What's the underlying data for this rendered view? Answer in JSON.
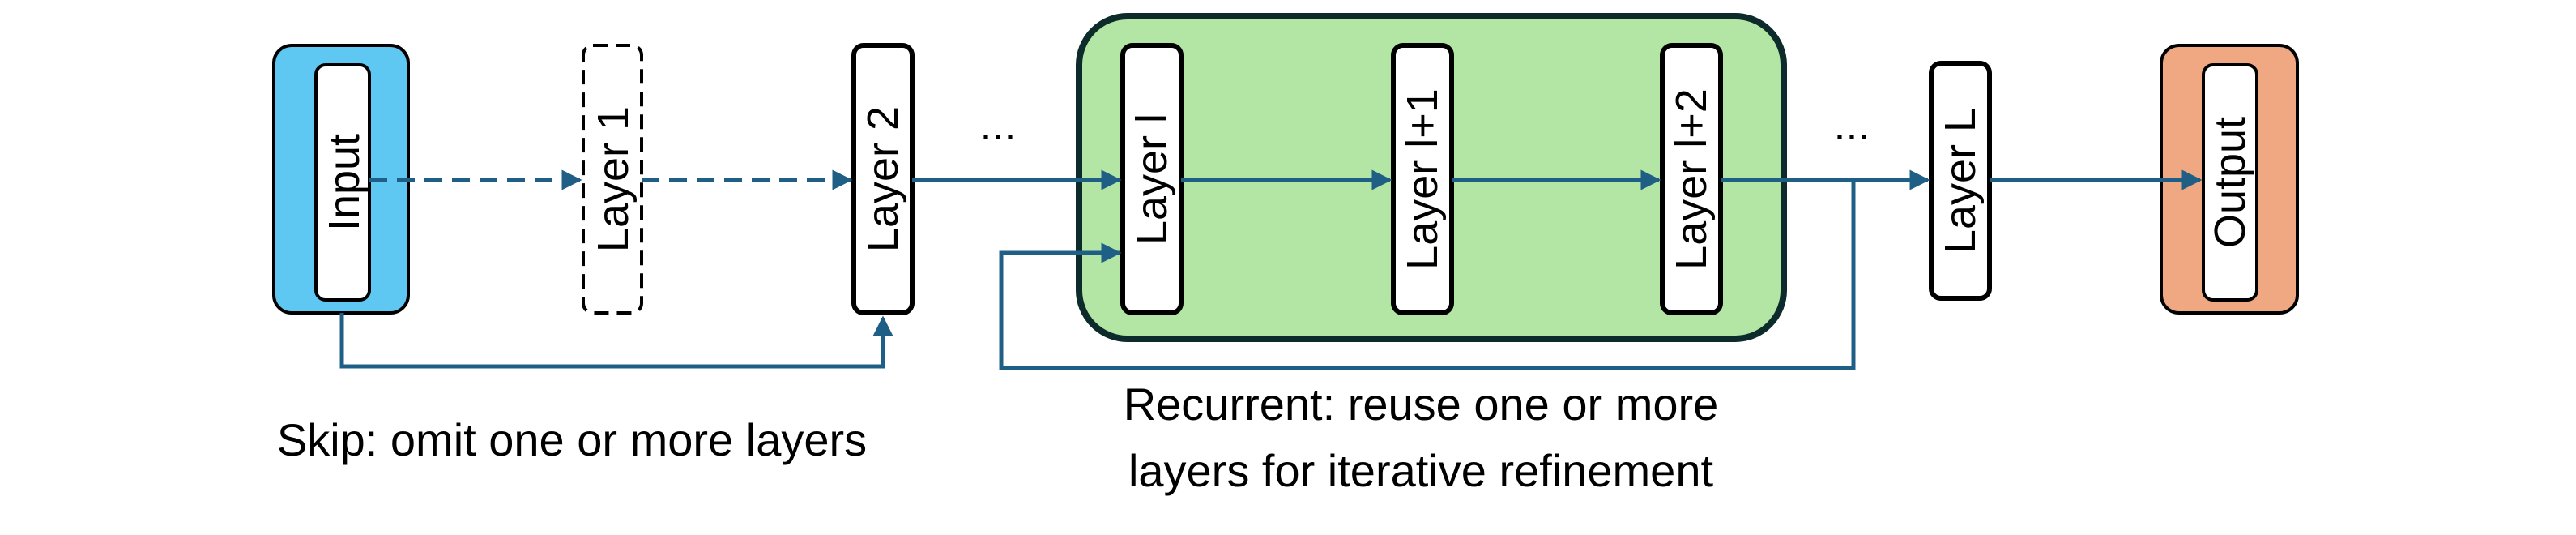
{
  "colors": {
    "input_fill": "#5ec8f2",
    "output_fill": "#f0a882",
    "recurrent_fill": "#b3e6a4",
    "arrow": "#1f5f85",
    "box_border": "#000000"
  },
  "nodes": {
    "input": "Input",
    "layer1": "Layer 1",
    "layer2": "Layer 2",
    "layer_l": "Layer l",
    "layer_l1": "Layer l+1",
    "layer_l2": "Layer l+2",
    "layer_L": "Layer L",
    "output": "Output"
  },
  "ellipsis": "...",
  "captions": {
    "skip": "Skip: omit one or more layers",
    "recurrent_line1": "Recurrent: reuse one or more",
    "recurrent_line2": "layers for iterative refinement"
  }
}
